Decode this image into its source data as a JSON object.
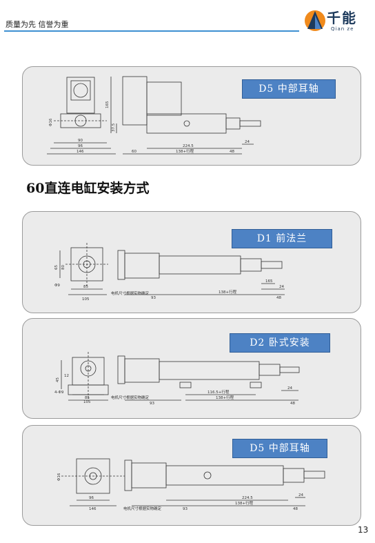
{
  "header": {
    "slogan": "质量为先 信誉为重",
    "logo_text": "千能",
    "logo_sub": "Qian ze"
  },
  "section_title": "60直连电缸安装方式",
  "panels": [
    {
      "tag": "D5 中部耳轴",
      "dims": {
        "a": "90",
        "b": "96",
        "c": "146",
        "d": "60",
        "e": "224.5",
        "f": "138+行程",
        "g": "48",
        "h": "24",
        "v1": "165",
        "v2": "37.5",
        "v3": "Φ16"
      }
    },
    {
      "tag": "D1 前法兰",
      "dims": {
        "a": "85",
        "b": "105",
        "c": "93",
        "d": "138+行程",
        "e": "48",
        "f": "24",
        "g": "165",
        "v1": "65",
        "v2": "80",
        "v3": "Φ9"
      },
      "note": "电机尺寸根据实物确定"
    },
    {
      "tag": "D2 卧式安装",
      "dims": {
        "a": "85",
        "b": "105",
        "c": "93",
        "d": "116.5+行程",
        "e": "138+行程",
        "f": "48",
        "g": "24",
        "v1": "45",
        "v2": "12",
        "v3": "4-Φ9"
      },
      "note": "电机尺寸根据实物确定"
    },
    {
      "tag": "D5 中部耳轴",
      "dims": {
        "a": "96",
        "b": "146",
        "c": "93",
        "d": "224.5",
        "e": "138+行程",
        "f": "48",
        "g": "24",
        "v1": "Φ16"
      },
      "note": "电机尺寸根据实物确定"
    }
  ],
  "page_number": "13",
  "colors": {
    "accent": "#3d8fd1",
    "tag_bg": "#4d82c4",
    "panel_bg": "#ebebeb"
  }
}
